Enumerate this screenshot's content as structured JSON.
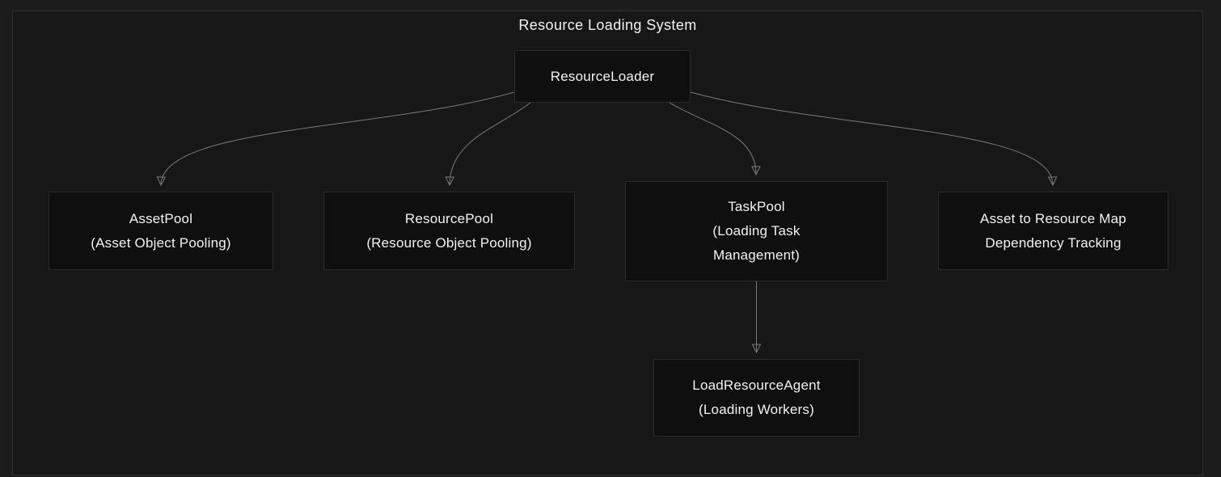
{
  "diagram": {
    "title": "Resource Loading System",
    "nodes": [
      {
        "id": "resource-loader",
        "lines": [
          "ResourceLoader"
        ]
      },
      {
        "id": "asset-pool",
        "lines": [
          "AssetPool",
          "(Asset Object Pooling)"
        ]
      },
      {
        "id": "resource-pool",
        "lines": [
          "ResourcePool",
          "(Resource Object Pooling)"
        ]
      },
      {
        "id": "task-pool",
        "lines": [
          "TaskPool",
          "(Loading Task",
          "Management)"
        ]
      },
      {
        "id": "asset-to-resource-map",
        "lines": [
          "Asset to Resource Map",
          "Dependency Tracking"
        ]
      },
      {
        "id": "load-resource-agent",
        "lines": [
          "LoadResourceAgent",
          "(Loading Workers)"
        ]
      }
    ],
    "edges": [
      {
        "from": "resource-loader",
        "to": "asset-pool"
      },
      {
        "from": "resource-loader",
        "to": "resource-pool"
      },
      {
        "from": "resource-loader",
        "to": "task-pool"
      },
      {
        "from": "resource-loader",
        "to": "asset-to-resource-map"
      },
      {
        "from": "task-pool",
        "to": "load-resource-agent"
      }
    ],
    "colors": {
      "page_background": "#1c1c1c",
      "canvas_background": "#171717",
      "frame_border": "#2f2f2f",
      "node_fill": "#0f0f0f",
      "node_border": "#2b2b2b",
      "text": "#f2f2f2",
      "arrow": "#7a7a7a"
    }
  }
}
